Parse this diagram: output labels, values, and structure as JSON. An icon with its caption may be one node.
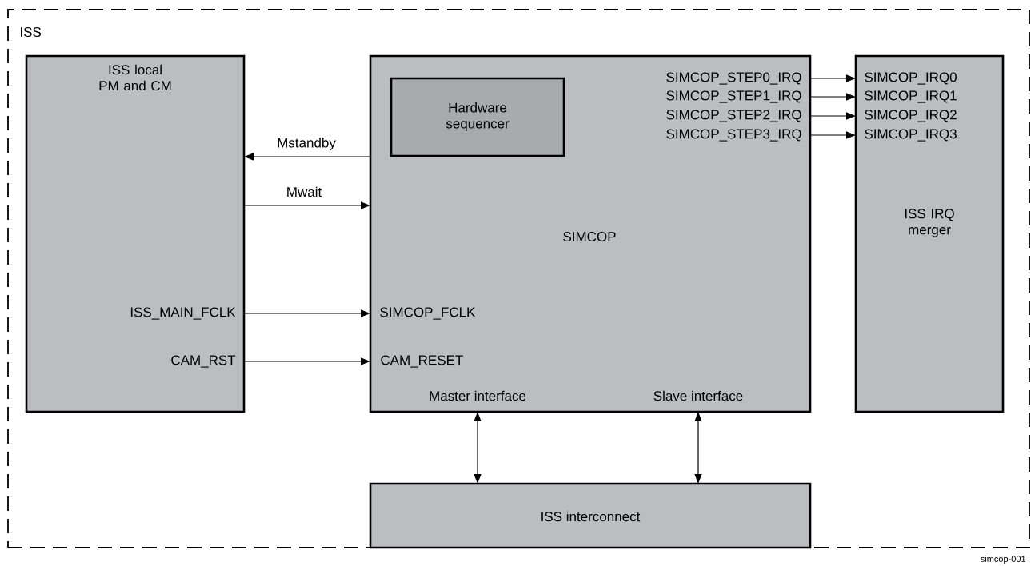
{
  "diagram": {
    "nodes": [
      {
        "text": [
          "ISS"
        ]
      },
      {
        "text": [
          "ISS local PM and CM",
          "ISS_MAIN_FCLK",
          "CAM_RST"
        ],
        "in": 0
      },
      {
        "text": [
          "SIMCOP_STEP0_IRQ",
          "SIMCOP_STEP1_IRQ",
          "SIMCOP_STEP2_IRQ",
          "SIMCOP_STEP3_IRQ",
          "SIMCOP",
          "SIMCOP_FCLK",
          "CAM_RESET",
          "Master interface",
          "Slave interface"
        ],
        "in": 0
      },
      {
        "text": [
          "Hardware sequencer"
        ],
        "in": 2
      },
      {
        "text": [
          "SIMCOP_IRQ0",
          "SIMCOP_IRQ1",
          "SIMCOP_IRQ2",
          "SIMCOP_IRQ3",
          "ISS IRQ merger"
        ],
        "in": 0
      },
      {
        "text": [
          "ISS interconnect"
        ],
        "in": 0
      }
    ],
    "edges": [
      {
        "from": 2,
        "to": 1,
        "arrow": "to",
        "label": "Mstandby"
      },
      {
        "from": 1,
        "to": 2,
        "arrow": "to",
        "label": "Mwait"
      },
      {
        "from": 1,
        "to": 2,
        "arrow": "to"
      },
      {
        "from": 1,
        "to": 2,
        "arrow": "to"
      },
      {
        "from": 2,
        "to": 4,
        "arrow": "to"
      },
      {
        "from": 2,
        "to": 4,
        "arrow": "to"
      },
      {
        "from": 2,
        "to": 4,
        "arrow": "to"
      },
      {
        "from": 2,
        "to": 4,
        "arrow": "to"
      },
      {
        "from": 2,
        "to": 5,
        "arrow": "both"
      },
      {
        "from": 2,
        "to": 5,
        "arrow": "both"
      }
    ],
    "labels": [
      "simcop-001"
    ]
  }
}
